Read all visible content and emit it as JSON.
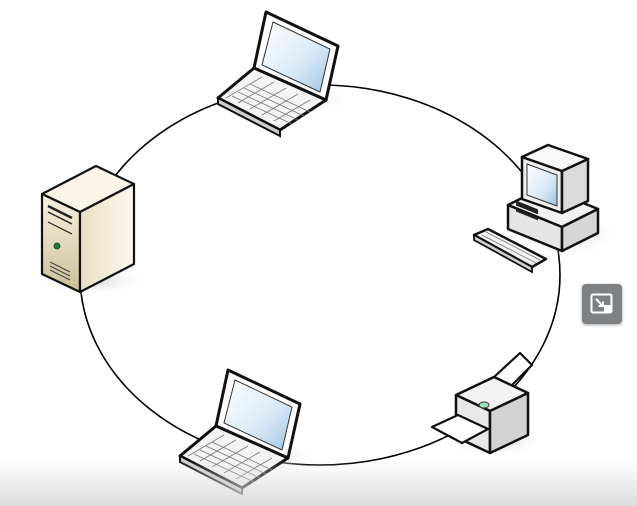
{
  "diagram": {
    "topology": "ring",
    "nodes": [
      {
        "id": "laptop-top",
        "type": "laptop-icon"
      },
      {
        "id": "workstation",
        "type": "desktop-computer-icon"
      },
      {
        "id": "printer",
        "type": "printer-icon"
      },
      {
        "id": "laptop-bottom",
        "type": "laptop-icon"
      },
      {
        "id": "server",
        "type": "server-tower-icon"
      }
    ],
    "link_color": "#000000"
  },
  "controls": {
    "minimize_icon": "minimize-window-icon",
    "button_color": "#7e8184"
  }
}
